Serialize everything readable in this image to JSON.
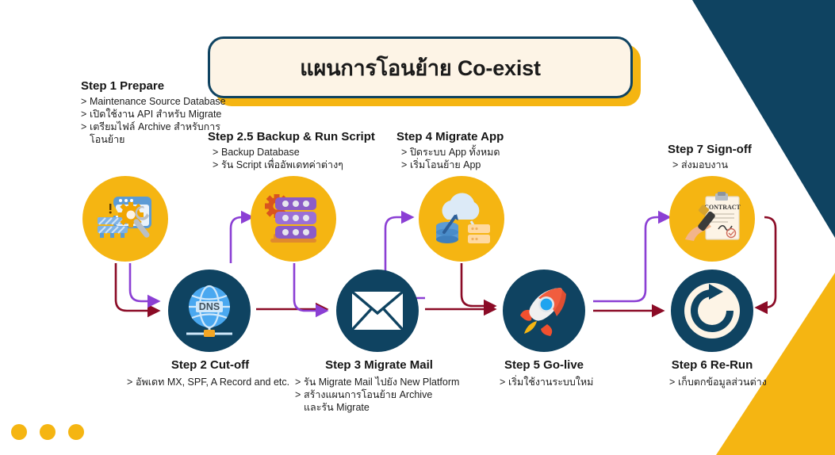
{
  "title": {
    "text": "แผนการโอนย้าย Co-exist"
  },
  "colors": {
    "brand_yellow": "#f5b512",
    "brand_navy": "#0f4361",
    "cream": "#fdf4e6",
    "arrow_red": "#8b0b26",
    "arrow_purple": "#8b3fd4"
  },
  "bullet_marker": ">",
  "steps": [
    {
      "id": "step1",
      "title": "Step 1 Prepare",
      "bullets": [
        "Maintenance Source Database",
        "เปิดใช้งาน API สำหรับ Migrate",
        "เตรียมไฟล์ Archive สำหรับการ"
      ],
      "continuation": "โอนย้าย",
      "icon": "maintenance-gear-wrench-icon",
      "circle": "yellow"
    },
    {
      "id": "step2",
      "title": "Step 2 Cut-off",
      "bullets": [
        "อัพเดท MX, SPF, A Record and etc."
      ],
      "continuation": "",
      "icon": "dns-globe-icon",
      "circle": "navy"
    },
    {
      "id": "step25",
      "title": "Step 2.5 Backup & Run Script",
      "bullets": [
        "Backup Database",
        "รัน Script เพื่ออัพเดทค่าต่างๆ"
      ],
      "continuation": "",
      "icon": "database-server-gear-icon",
      "circle": "yellow"
    },
    {
      "id": "step3",
      "title": "Step 3 Migrate Mail",
      "bullets": [
        "รัน Migrate Mail ไปยัง New Platform",
        "สร้างแผนการโอนย้าย Archive"
      ],
      "continuation": "และรัน Migrate",
      "icon": "envelope-mail-icon",
      "circle": "navy"
    },
    {
      "id": "step4",
      "title": "Step 4 Migrate App",
      "bullets": [
        "ปิดระบบ App ทั้งหมด",
        "เริ่มโอนย้าย App"
      ],
      "continuation": "",
      "icon": "cloud-migration-icon",
      "circle": "yellow"
    },
    {
      "id": "step5",
      "title": "Step 5 Go-live",
      "bullets": [
        "เริ่มใช้งานระบบใหม่"
      ],
      "continuation": "",
      "icon": "rocket-launch-icon",
      "circle": "navy"
    },
    {
      "id": "step6",
      "title": "Step 6 Re-Run",
      "bullets": [
        "เก็บตกข้อมูลส่วนต่าง"
      ],
      "continuation": "",
      "icon": "refresh-rerun-icon",
      "circle": "navy"
    },
    {
      "id": "step7",
      "title": "Step 7 Sign-off",
      "bullets": [
        "ส่งมอบงาน"
      ],
      "continuation": "",
      "icon": "contract-signing-icon",
      "circle": "yellow"
    }
  ],
  "decor": {
    "dots_count": 3,
    "contract_label": "CONTRACT",
    "dns_label": "DNS"
  }
}
